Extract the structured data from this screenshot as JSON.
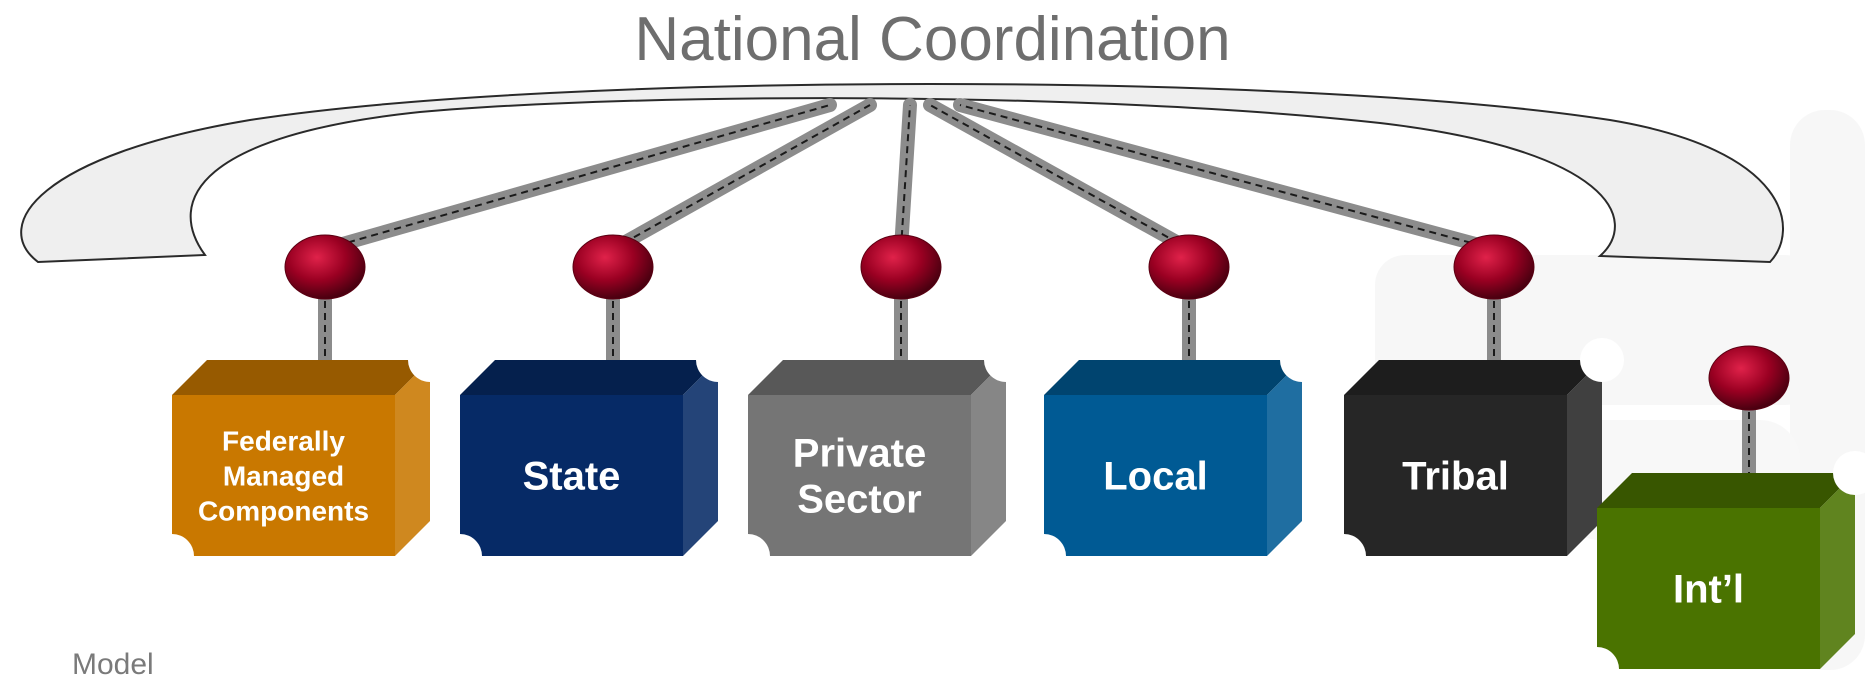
{
  "title": "National Coordination",
  "footer": "Model",
  "nodes": [
    {
      "id": "federal",
      "lines": [
        "Federally",
        "Managed",
        "Components"
      ],
      "color": "#c97800"
    },
    {
      "id": "state",
      "lines": [
        "State"
      ],
      "color": "#062a66"
    },
    {
      "id": "private",
      "lines": [
        "Private",
        "Sector"
      ],
      "color": "#757575"
    },
    {
      "id": "local",
      "lines": [
        "Local"
      ],
      "color": "#005a94"
    },
    {
      "id": "tribal",
      "lines": [
        "Tribal"
      ],
      "color": "#262626"
    },
    {
      "id": "intl",
      "lines": [
        "Int’l"
      ],
      "color": "#4a7300"
    }
  ],
  "colors": {
    "arch_fill": "#efefef",
    "connector": "#8c8c8c",
    "knob": "#9a0022"
  }
}
